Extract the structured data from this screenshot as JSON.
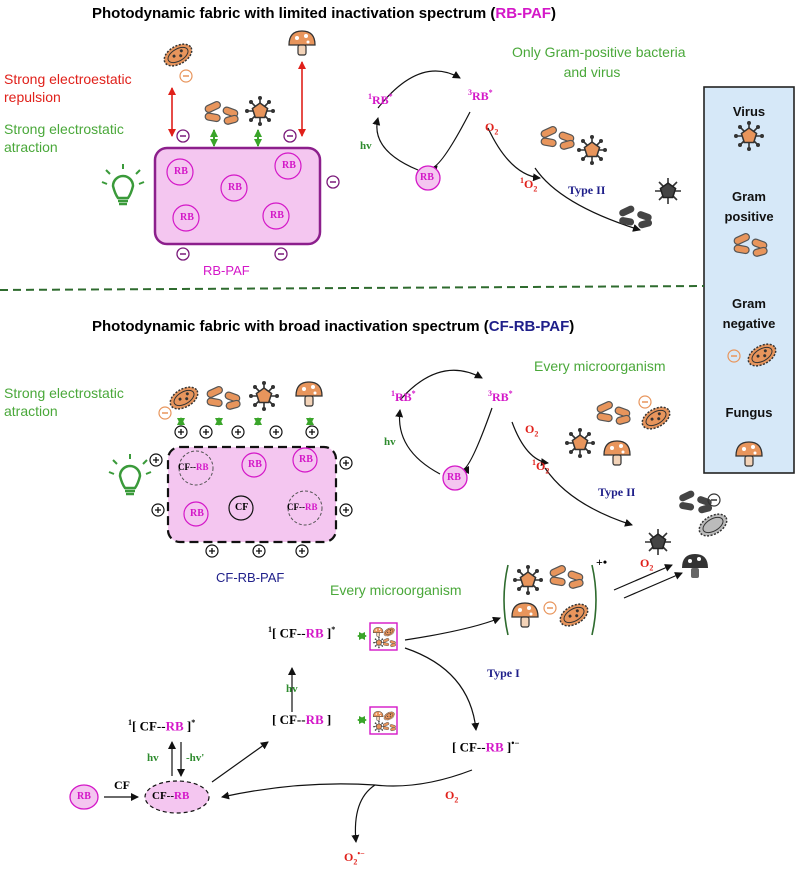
{
  "colors": {
    "rb_fill": "#f4c6f0",
    "rb_magenta": "#d417c8",
    "panel_blue": "#d6e8f8",
    "divider_green": "#2e6b2e",
    "microbe_orange": "#e8955c",
    "inactivated_gray": "#444444"
  },
  "top": {
    "title_prefix": "Photodynamic fabric with limited inactivation spectrum (",
    "title_highlight": "RB-PAF",
    "title_suffix": ")",
    "repulsion_label": [
      "Strong electroestatic",
      "repulsion"
    ],
    "attraction_label": [
      "Strong electrostatic",
      "atraction"
    ],
    "fabric_label": "RB-PAF",
    "rb": "RB",
    "cycle": {
      "singlet": "RB",
      "triplet": "RB",
      "singlet_sup": "1",
      "triplet_sup": "3",
      "star": "*",
      "hv": "hv",
      "o2": "O",
      "o2_sub": "2",
      "singlet_o2": "O",
      "singlet_o2_sup": "1",
      "singlet_o2_sub": "2",
      "type": "Type II"
    },
    "target_note": [
      "Only Gram-positive bacteria",
      "and virus"
    ]
  },
  "legend": {
    "items": [
      "Virus",
      "Gram positive",
      "Gram negative",
      "Fungus"
    ],
    "gram_positive": [
      "Gram",
      "positive"
    ],
    "gram_negative": [
      "Gram",
      "negative"
    ]
  },
  "bottom": {
    "title_prefix": "Photodynamic fabric with broad inactivation spectrum (",
    "title_highlight": "CF-RB-PAF",
    "title_suffix": ")",
    "attraction_label": [
      "Strong electrostatic",
      "atraction"
    ],
    "fabric_label": "CF-RB-PAF",
    "rb": "RB",
    "cf": "CF",
    "cf_rb_cf": "CF--",
    "cf_rb_rb": "RB",
    "every1": "Every microorganism",
    "every2": "Every microorganism",
    "cycle": {
      "hv": "hv",
      "o2": "O",
      "o2_sub": "2",
      "type2": "Type II"
    },
    "mech": {
      "cf_arrow": "CF",
      "hv": "hv",
      "hv_minus": "-hv'",
      "hv2": "hv",
      "excited_sup": "1",
      "star": "*",
      "type1": "Type I",
      "radical_charge": "+•",
      "anion_charge": "•−",
      "o2": "O",
      "o2_sub": "2",
      "superoxide_sup": "•−"
    }
  }
}
